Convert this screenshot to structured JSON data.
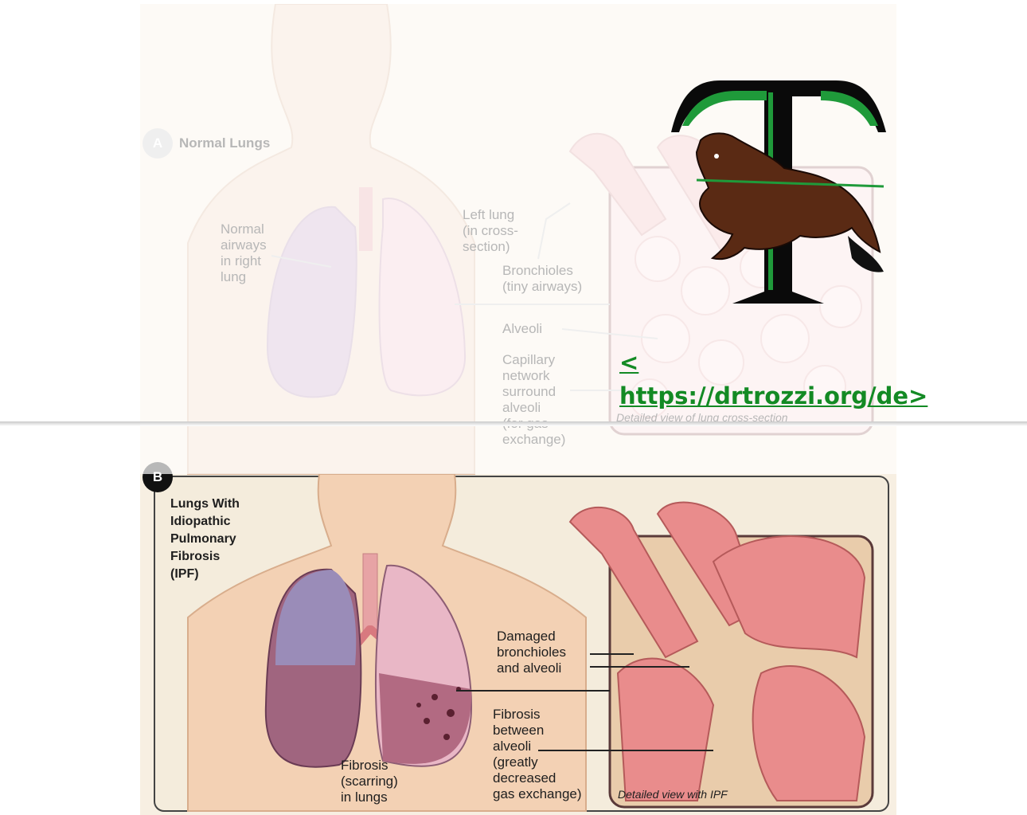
{
  "panel_a": {
    "badge": "A",
    "title": "Normal Lungs",
    "labels": {
      "normal_airways": "Normal\nairways\nin right\nlung",
      "left_lung": "Left lung\n(in cross-\nsection)",
      "bronchioles": "Bronchioles\n(tiny airways)",
      "alveoli": "Alveoli",
      "capillary": "Capillary\nnetwork\nsurround\nalveoli\n(for gas\nexchange)",
      "detail": "Detailed view of lung cross-section"
    }
  },
  "panel_b": {
    "badge": "B",
    "title": "Lungs With\nIdiopathic\nPulmonary\nFibrosis\n(IPF)",
    "labels": {
      "damaged": "Damaged\nbronchioles\nand alveoli",
      "fibrosis_between": "Fibrosis\nbetween\nalveoli\n(greatly\ndecreased\ngas exchange)",
      "fibrosis_lungs": "Fibrosis\n(scarring)\nin lungs",
      "detail": "Detailed view with IPF"
    }
  },
  "logo": {
    "letter": "T",
    "icon": "horse-icon",
    "colors": {
      "green": "#1f9a3a",
      "black": "#0a0a0a",
      "horse": "#5a2a14"
    }
  },
  "link": {
    "text": "<\nhttps://drtrozzi.org/de>"
  }
}
